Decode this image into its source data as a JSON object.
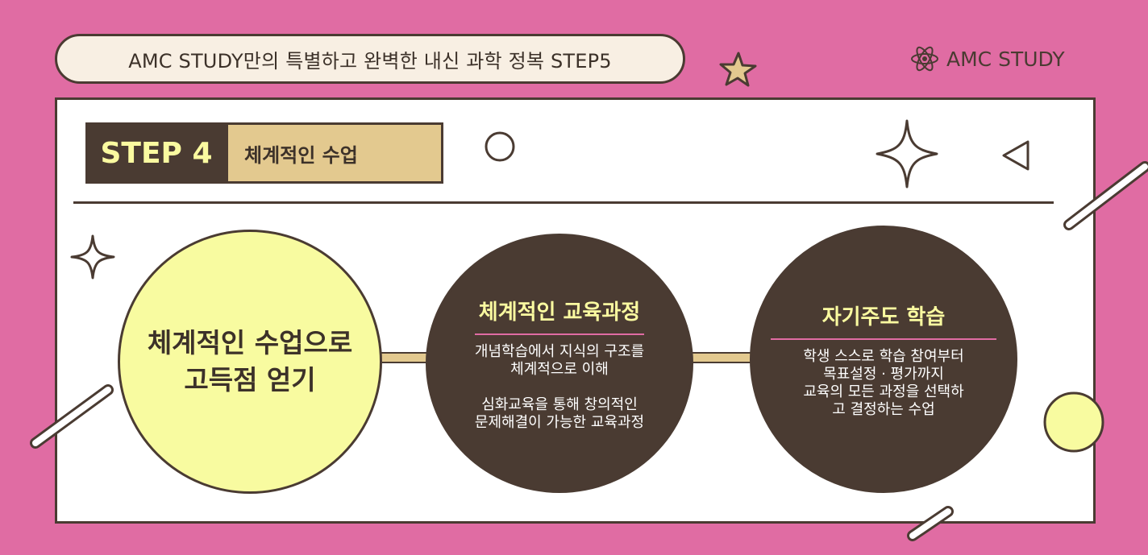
{
  "header": {
    "tagline": "AMC STUDY만의 특별하고 완벽한 내신 과학 정복 STEP5",
    "brand_name": "AMC STUDY",
    "brand_icon": "atom-icon"
  },
  "step": {
    "number_label": "STEP 4",
    "title": "체계적인 수업"
  },
  "circles": {
    "main": {
      "line1": "체계적인 수업으로",
      "line2": "고득점 얻기"
    },
    "curriculum": {
      "title": "체계적인 교육과정",
      "body": [
        "개념학습에서 지식의 구조를",
        "체계적으로 이해",
        "심화교육을 통해 창의적인",
        "문제해결이 가능한 교육과정"
      ]
    },
    "self_directed": {
      "title": "자기주도 학습",
      "body": [
        "학생 스스로 학습 참여부터",
        "목표설정 · 평가까지",
        "교육의 모든 과정을 선택하",
        "고 결정하는 수업"
      ]
    }
  },
  "colors": {
    "background": "#e06ca3",
    "dark_brown": "#4a3b32",
    "pale_yellow": "#f8fba0",
    "tan": "#e3c98f",
    "cream": "#f8efe3"
  }
}
